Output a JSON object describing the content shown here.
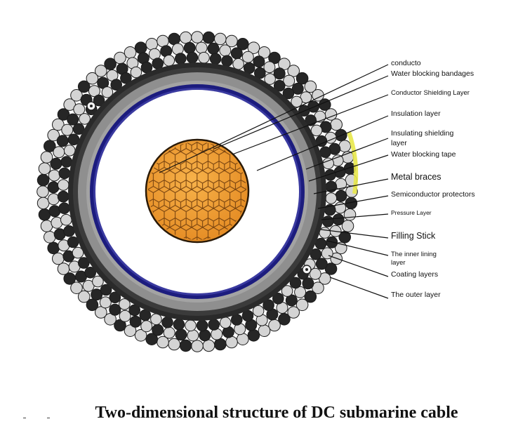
{
  "labels": [
    "conducto",
    "Water blocking bandages",
    "Conductor Shielding Layer",
    "Insulation layer",
    "Insulating shielding",
    "layer",
    "Water blocking tape",
    "Metal braces",
    "Semiconductor protectors",
    "Pressure Layer",
    "Filling Stick",
    "The inner lining",
    "layer",
    "Coating layers",
    "The outer layer"
  ],
  "caption": "Two-dimensional structure of DC submarine cable",
  "colors": {
    "conductor": "#f0a23a",
    "conductor_edge": "#6b3a0a",
    "insulation": "#ffffff",
    "semicon_blue": "#1c1c7e",
    "grey_layer": "#8f8f8f",
    "dark_layer": "#2a2a2a",
    "armor_dark": "#262626",
    "armor_light": "#d4d4d4",
    "accent_yellow": "#e8e84a"
  }
}
